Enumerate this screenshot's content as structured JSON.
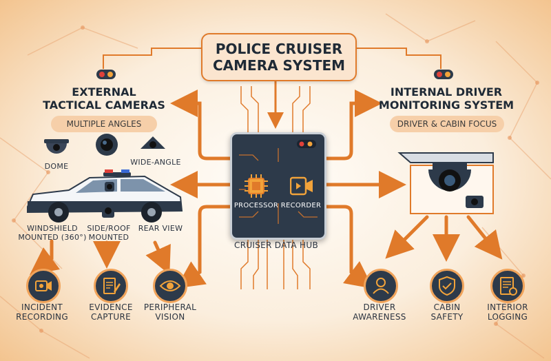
{
  "title": {
    "line1": "POLICE CRUISER",
    "line2": "CAMERA SYSTEM"
  },
  "left_section": {
    "heading_line1": "EXTERNAL",
    "heading_line2": "TACTICAL CAMERAS",
    "subtitle": "MULTIPLE ANGLES"
  },
  "right_section": {
    "heading_line1": "INTERNAL DRIVER",
    "heading_line2": "MONITORING SYSTEM",
    "subtitle": "DRIVER & CABIN FOCUS"
  },
  "cameras": {
    "dome": "DOME",
    "wide_angle": "WIDE-ANGLE"
  },
  "mounts": {
    "windshield_line1": "WINDSHIELD",
    "windshield_line2": "MOUNTED (360°)",
    "side_roof_line1": "SIDE/ROOF",
    "side_roof_line2": "MOUNTED",
    "rear": "REAR VIEW"
  },
  "hub": {
    "processor": "PROCESSOR",
    "recorder": "RECORDER",
    "label": "CRUISER DATA HUB"
  },
  "left_outputs": [
    {
      "line1": "INCIDENT",
      "line2": "RECORDING",
      "icon": "video-camera-icon"
    },
    {
      "line1": "EVIDENCE",
      "line2": "CAPTURE",
      "icon": "document-pen-icon"
    },
    {
      "line1": "PERIPHERAL",
      "line2": "VISION",
      "icon": "eye-icon"
    }
  ],
  "right_outputs": [
    {
      "line1": "DRIVER",
      "line2": "AWARENESS",
      "icon": "person-icon"
    },
    {
      "line1": "CABIN",
      "line2": "SAFETY",
      "icon": "shield-check-icon"
    },
    {
      "line1": "INTERIOR",
      "line2": "LOGGING",
      "icon": "log-document-icon"
    }
  ],
  "colors": {
    "accent": "#e07a2a",
    "dark": "#2d3a4a",
    "pill": "#f6cfa9",
    "led_red": "#e0413a",
    "led_amber": "#f2a33a"
  }
}
